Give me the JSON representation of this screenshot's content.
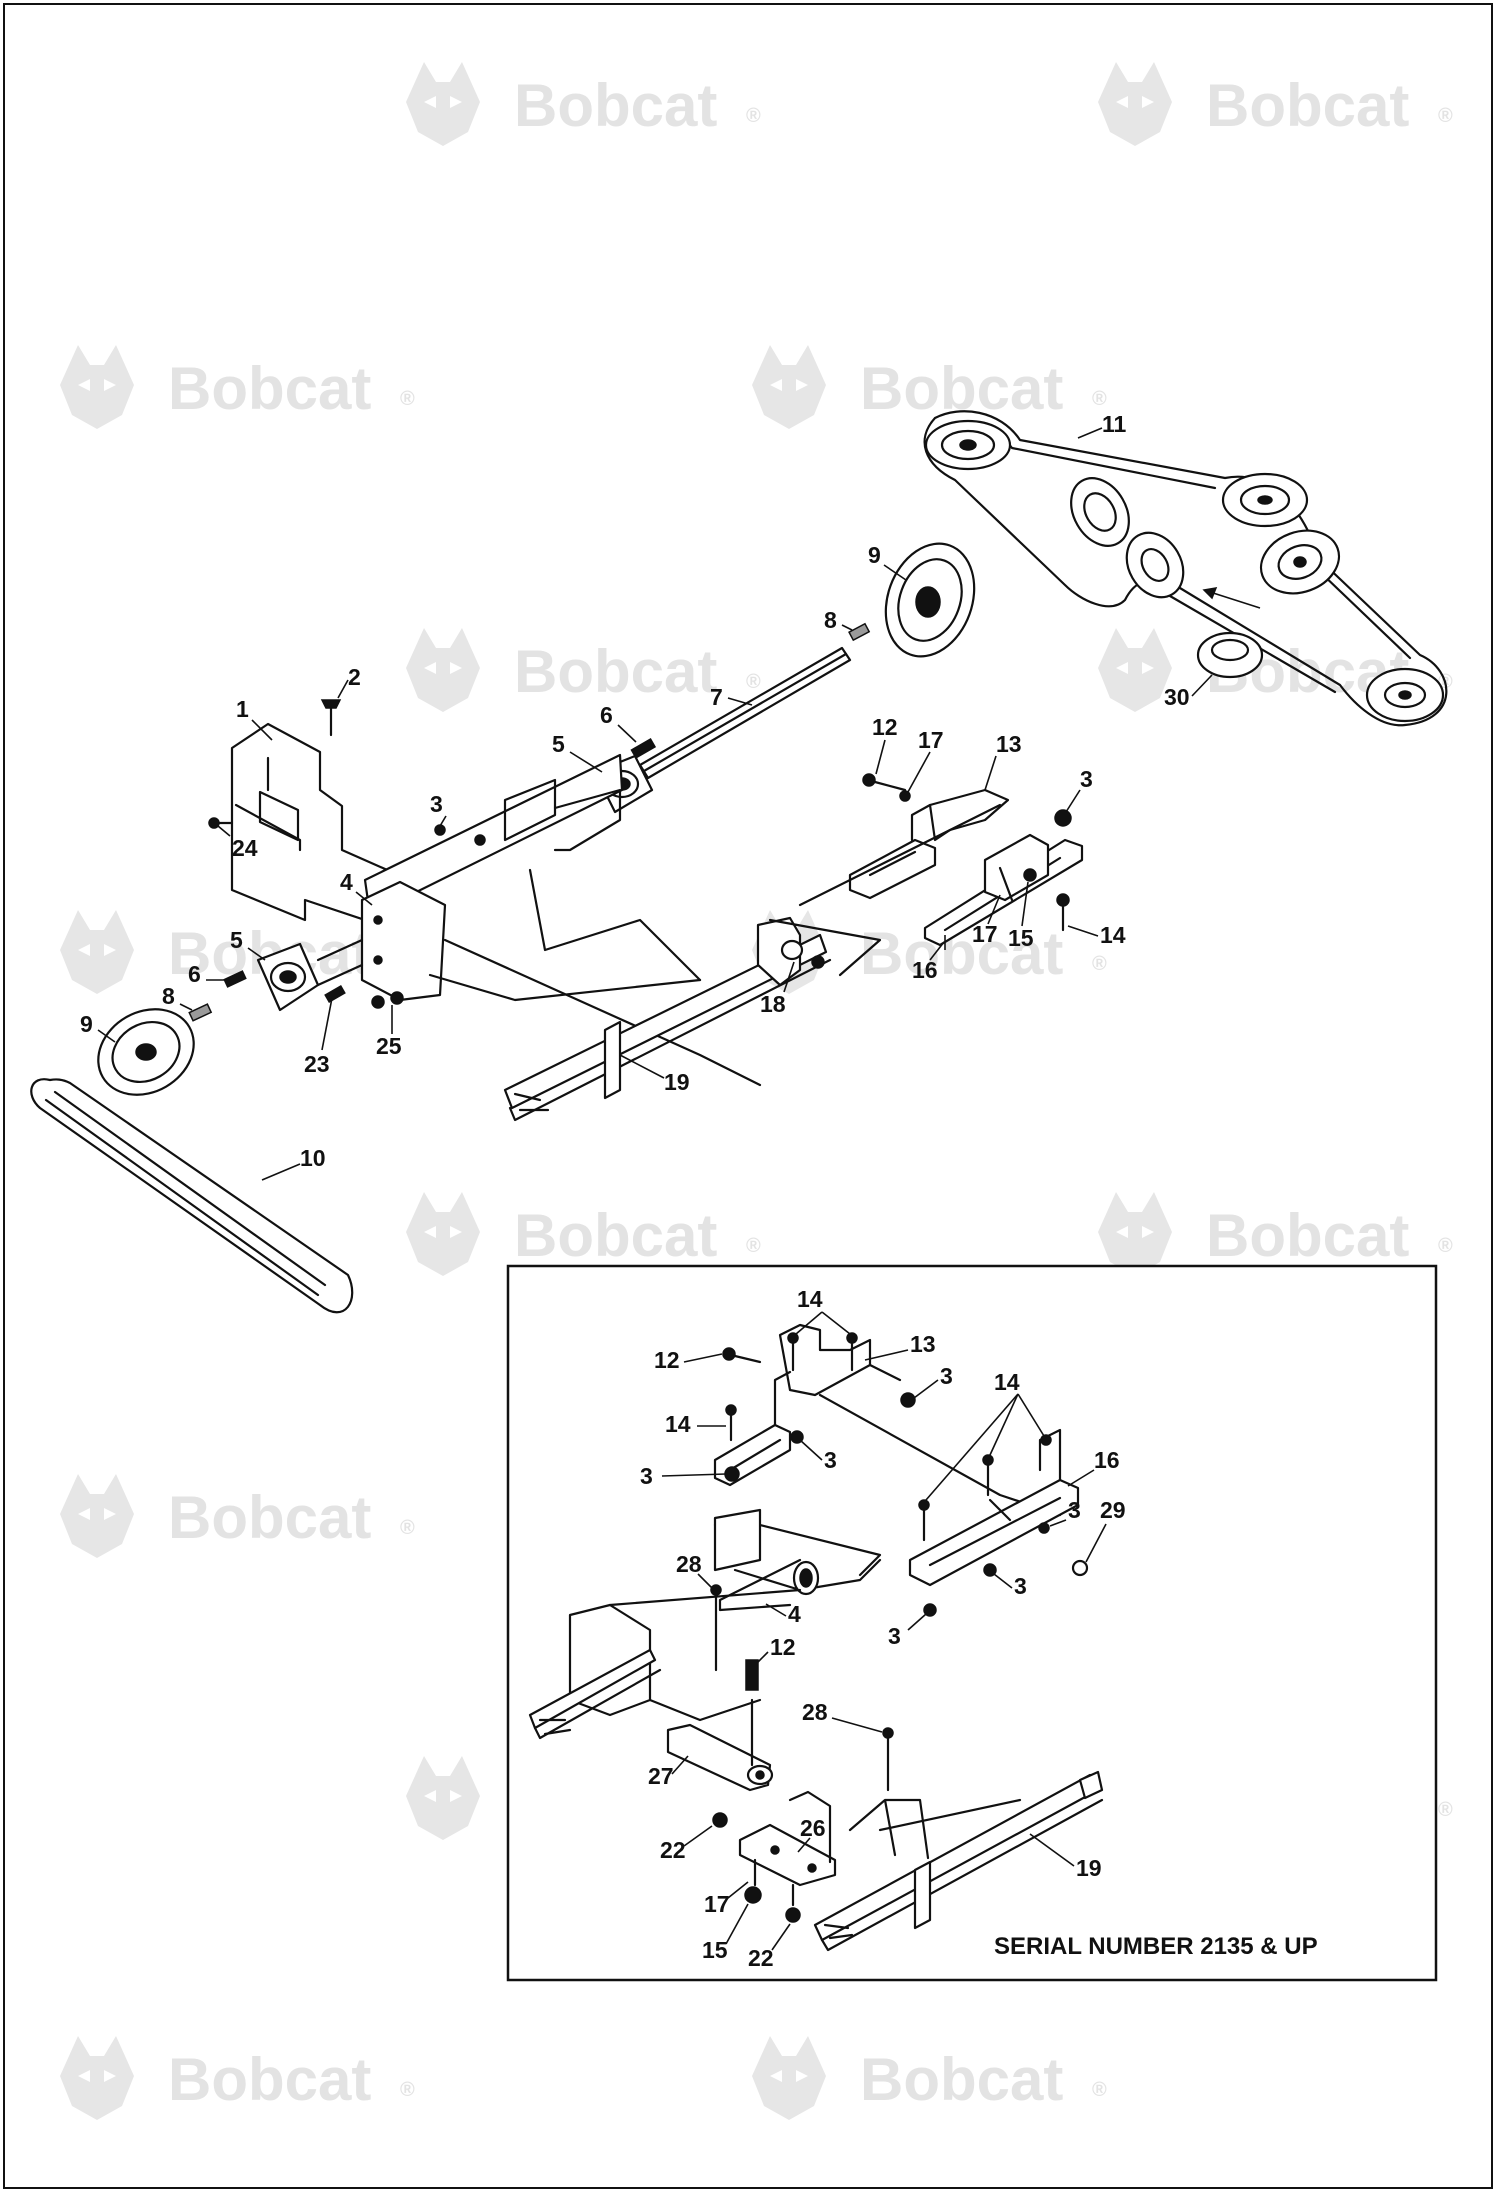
{
  "brand": {
    "watermark_text": "Bobcat",
    "watermark_reg": "®",
    "watermark_color": "#e3e3e3"
  },
  "inset": {
    "caption": "SERIAL NUMBER 2135 & UP"
  },
  "callouts": {
    "c1": "1",
    "c2": "2",
    "c3a": "3",
    "c3b": "3",
    "c4": "4",
    "c5a": "5",
    "c5b": "5",
    "c6a": "6",
    "c6b": "6",
    "c7": "7",
    "c8a": "8",
    "c8b": "8",
    "c9a": "9",
    "c9b": "9",
    "c10": "10",
    "c11": "11",
    "c12": "12",
    "c13": "13",
    "c14": "14",
    "c15": "15",
    "c16": "16",
    "c17a": "17",
    "c17b": "17",
    "c18": "18",
    "c19": "19",
    "c23": "23",
    "c24": "24",
    "c25": "25",
    "c30": "30",
    "i14a": "14",
    "i14b": "14",
    "i14c": "14",
    "i12a": "12",
    "i13": "13",
    "i3a": "3",
    "i3b": "3",
    "i3c": "3",
    "i3d": "3",
    "i3e": "3",
    "i3f": "3",
    "i16": "16",
    "i29": "29",
    "i28a": "28",
    "i4": "4",
    "i12b": "12",
    "i28b": "28",
    "i27": "27",
    "i22a": "22",
    "i26": "26",
    "i19": "19",
    "i17": "17",
    "i15": "15",
    "i22b": "22"
  }
}
